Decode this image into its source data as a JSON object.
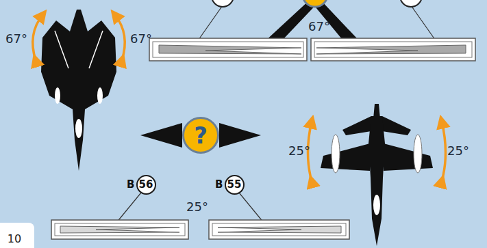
{
  "diagram": {
    "nodes": [
      {
        "text": [
          "?"
        ]
      },
      {
        "text": [
          "B",
          "56"
        ]
      },
      {
        "text": [
          "B",
          "55"
        ]
      }
    ],
    "labels": [
      "67°",
      "67°",
      "67°",
      "25°",
      "25°",
      "25°",
      "10"
    ]
  }
}
